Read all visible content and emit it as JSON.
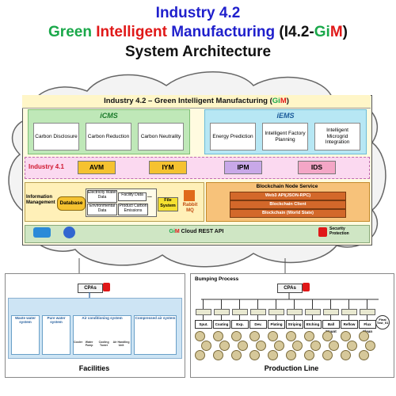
{
  "title": {
    "line1": "Industry 4.2",
    "line2_parts": [
      {
        "text": "Green ",
        "color": "#1aa84a"
      },
      {
        "text": "Intelligent ",
        "color": "#e01818"
      },
      {
        "text": "Manufacturing ",
        "color": "#1f1fcc"
      },
      {
        "text": "(I4.2-",
        "color": "#111111"
      },
      {
        "text": "Gi",
        "color": "#1aa84a"
      },
      {
        "text": "M",
        "color": "#e01818"
      },
      {
        "text": ")",
        "color": "#111111"
      }
    ],
    "line3": "System Architecture"
  },
  "system": {
    "header_prefix": "Industry 4.2 – Green Intelligent Manufacturing (",
    "header_gi": "Gi",
    "header_m": "M",
    "header_suffix": ")",
    "icms": {
      "title": "iCMS",
      "cards": [
        "Carbon Disclosure",
        "Carbon Reduction",
        "Carbon Neutrality"
      ]
    },
    "iems": {
      "title": "iEMS",
      "cards": [
        "Energy Prediction",
        "Intelligent Factory Planning",
        "Intelligent Microgrid Integration"
      ]
    },
    "industry41": {
      "label": "Industry 4.1",
      "pills": [
        "AVM",
        "IYM",
        "IPM",
        "IDS"
      ]
    },
    "info": {
      "label": "Information Management",
      "database": "Database",
      "data_boxes": [
        "Electricity Water Data",
        "Facility Data",
        "Environmental Data",
        "Product Carbon Emissions"
      ],
      "ellipsis": "...",
      "file_system": "File System",
      "rabbit": "Rabbit MQ"
    },
    "blockchain": {
      "title": "Blockchain Node Service",
      "rows": [
        "Web3 API(JSON-RPC)",
        "Blockchain Client",
        "Blockchain (World State)"
      ]
    },
    "api": {
      "label_gi": "Gi",
      "label_m": "M",
      "label_rest": " Cloud REST API",
      "security": "Security Protection"
    }
  },
  "facilities": {
    "cpa": "CPAs",
    "items": [
      "Waste water system",
      "Pure water system",
      "Air conditioning system",
      "Compressed air system"
    ],
    "ac_sub": [
      "Cooler",
      "Water Pump",
      "Cooling Tower",
      "Air Handling Unit"
    ],
    "label": "Facilities"
  },
  "production": {
    "process": "Bumping Process",
    "cpa": "CPAs",
    "steps": [
      "Sput.",
      "Coating",
      "Exp.",
      "Dev.",
      "Plating",
      "Striping",
      "Etching",
      "Ball Mount",
      "Reflow",
      "Flux Clean"
    ],
    "final": "Final Test_01",
    "label": "Production Line"
  },
  "colors": {
    "title_blue": "#1f1fcc",
    "green": "#1aa84a",
    "red": "#e01818",
    "icms_bg": "#bfe8b8",
    "iems_bg": "#b7e7f4",
    "industry41_bg": "#fbd9f0",
    "blockchain_bg": "#f7c27a"
  }
}
